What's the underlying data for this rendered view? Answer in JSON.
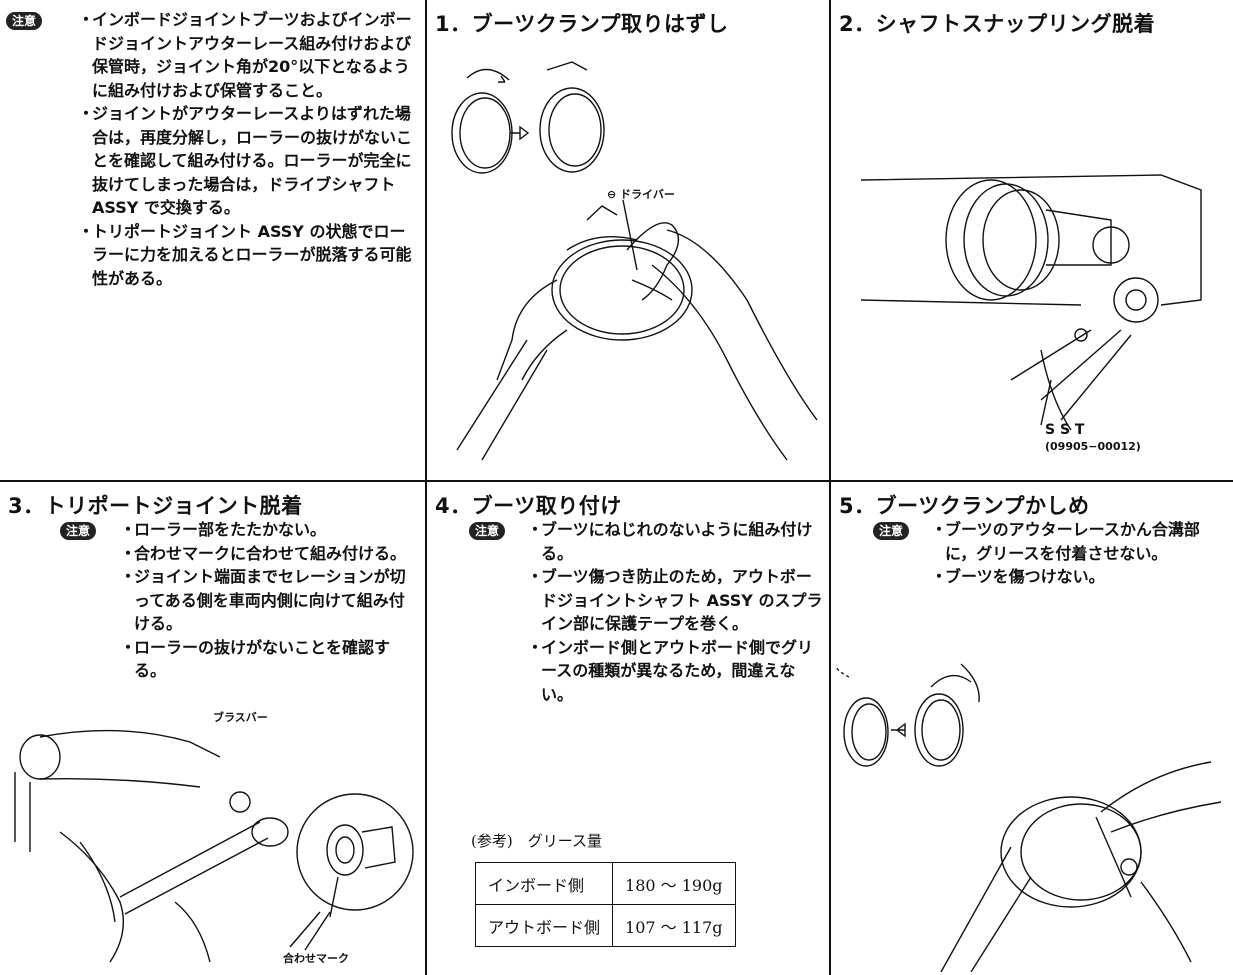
{
  "badge_label": "注意",
  "panel0": {
    "notes": [
      "インボードジョイントブーツおよびインボードジョイントアウターレース組み付けおよび保管時，ジョイント角が20°以下となるように組み付けおよび保管すること。",
      "ジョイントがアウターレースよりはずれた場合は，再度分解し，ローラーの抜けがないことを確認して組み付ける。ローラーが完全に抜けてしまった場合は，ドライブシャフト ASSY で交換する。",
      "トリポートジョイント ASSY の状態でローラーに力を加えるとローラーが脱落する可能性がある。"
    ]
  },
  "panel1": {
    "title": "1．ブーツクランプ取りはずし",
    "label": "⊖ ドライバー"
  },
  "panel2": {
    "title": "2．シャフトスナップリング脱着",
    "sst": "S S T",
    "sst_code": "(09905−00012)"
  },
  "panel3": {
    "title": "3．トリポートジョイント脱着",
    "notes": [
      "ローラー部をたたかない。",
      "合わせマークに合わせて組み付ける。",
      "ジョイント端面までセレーションが切ってある側を車両内側に向けて組み付ける。",
      "ローラーの抜けがないことを確認する。"
    ],
    "label_brass": "ブラスバー",
    "label_mark": "合わせマーク"
  },
  "panel4": {
    "title": "4．ブーツ取り付け",
    "notes": [
      "ブーツにねじれのないように組み付ける。",
      "ブーツ傷つき防止のため，アウトボードジョイントシャフト ASSY のスプライン部に保護テープを巻く。",
      "インボード側とアウトボード側でグリースの種類が異なるため，間違えない。"
    ],
    "ref_label": "(参考)　グリース量",
    "grease": [
      {
        "side": "インボード側",
        "amount": "180 〜 190g"
      },
      {
        "side": "アウトボード側",
        "amount": "107 〜 117g"
      }
    ]
  },
  "panel5": {
    "title": "5．ブーツクランプかしめ",
    "notes": [
      "ブーツのアウターレースかん合溝部に，グリースを付着させない。",
      "ブーツを傷つけない。"
    ]
  }
}
